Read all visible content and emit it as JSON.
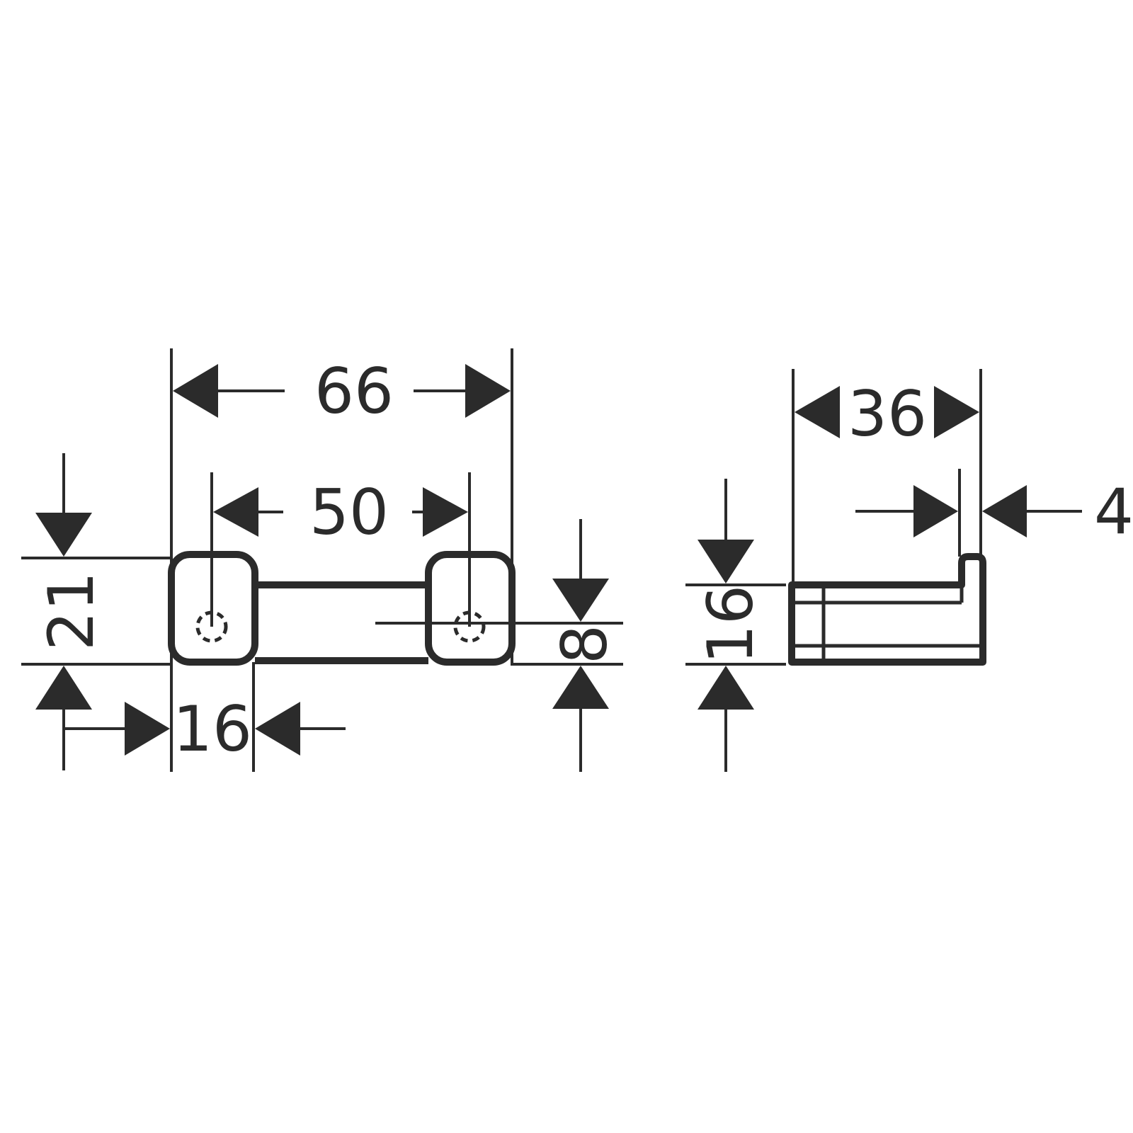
{
  "drawing": {
    "front_view": {
      "dim_overall_width": "66",
      "dim_hole_spacing": "50",
      "dim_height": "21",
      "dim_block_width": "16",
      "dim_bar_height": "8"
    },
    "side_view": {
      "dim_depth": "36",
      "dim_lip": "4",
      "dim_height": "16"
    }
  }
}
